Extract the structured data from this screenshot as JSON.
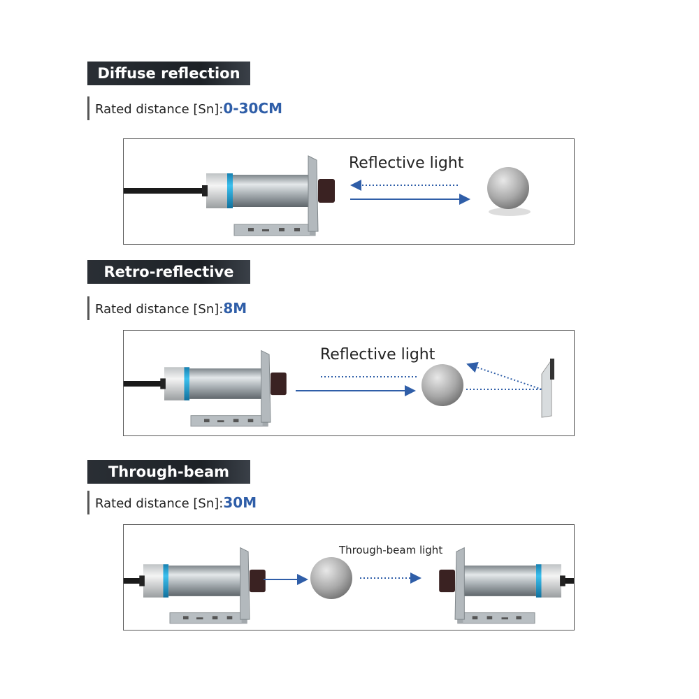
{
  "sections": [
    {
      "title": "Diffuse reflection",
      "rated_label": "Rated distance [Sn]:",
      "rated_value": "0-30CM",
      "diagram_label": "Reflective light"
    },
    {
      "title": "Retro-reflective",
      "rated_label": "Rated distance [Sn]:",
      "rated_value": "8M",
      "diagram_label": "Reflective light"
    },
    {
      "title": "Through-beam",
      "rated_label": "Rated distance [Sn]:",
      "rated_value": "30M",
      "diagram_label": "Through-beam light"
    }
  ],
  "colors": {
    "accent": "#2f5ea8",
    "header_bg": "#1d2126",
    "sensor_band": "#1ea0d6"
  }
}
